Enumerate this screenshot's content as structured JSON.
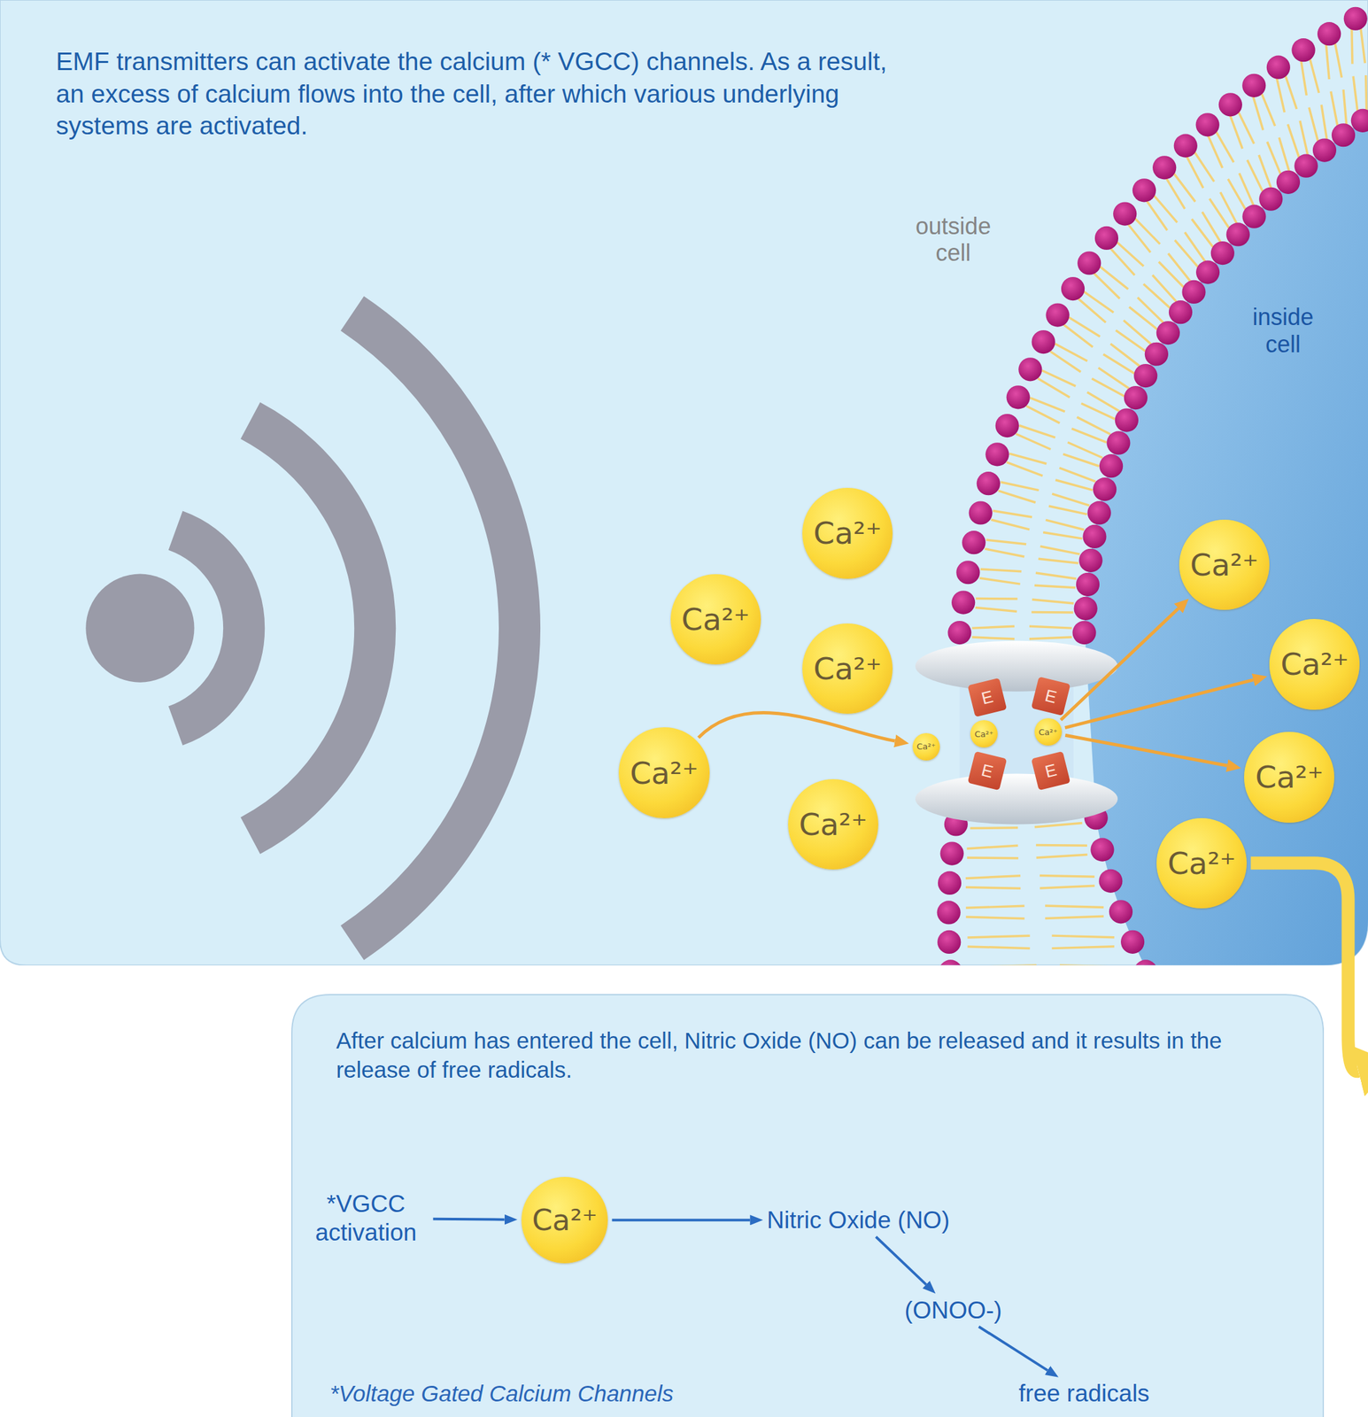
{
  "diagram": {
    "nodes": [
      {
        "text": [
          "EMF transmitters can activate the calcium (* VGCC) channels. As a result, an excess of calcium flows into the cell, after which various underlying systems are activated."
        ]
      },
      {
        "text": [
          "Ca²⁺"
        ],
        "in": 0
      },
      {
        "text": [
          "Ca²⁺"
        ],
        "in": 0
      },
      {
        "text": [
          "Ca²⁺"
        ],
        "in": 0
      },
      {
        "text": [
          "Ca²⁺"
        ],
        "in": 0
      },
      {
        "text": [
          "Ca²⁺"
        ],
        "in": 0
      },
      {
        "text": [
          "E"
        ],
        "in": 0
      },
      {
        "text": [
          "E"
        ],
        "in": 0
      },
      {
        "text": [
          "Ca²⁺"
        ],
        "in": 0
      },
      {
        "text": [
          "Ca²⁺"
        ],
        "in": 0
      },
      {
        "text": [
          "Ca²⁺"
        ],
        "in": 0
      },
      {
        "text": [
          "E"
        ],
        "in": 0
      },
      {
        "text": [
          "E"
        ],
        "in": 0
      },
      {
        "text": [
          "Ca²⁺"
        ],
        "in": 0
      },
      {
        "text": [
          "Ca²⁺"
        ],
        "in": 0
      },
      {
        "text": [
          "Ca²⁺"
        ],
        "in": 0
      },
      {
        "text": [
          "Ca²⁺"
        ],
        "in": 0
      },
      {
        "text": [
          "After calcium has entered the cell, Nitric Oxide (NO) can be released and it results in the release of free radicals."
        ]
      },
      {
        "text": [
          "*VGCC activation"
        ],
        "in": 17
      },
      {
        "text": [
          "Ca²⁺"
        ],
        "in": 17
      },
      {
        "text": [
          "Nitric Oxide (NO)"
        ],
        "in": 17
      },
      {
        "text": [
          "(ONOO-)"
        ],
        "in": 17
      },
      {
        "text": [
          "free radicals"
        ],
        "in": 17
      }
    ],
    "edges": [
      {
        "from": 4,
        "to": 8,
        "arrow": "to"
      },
      {
        "from": 10,
        "to": 13,
        "arrow": "to"
      },
      {
        "from": 10,
        "to": 14,
        "arrow": "to"
      },
      {
        "from": 10,
        "to": 15,
        "arrow": "to"
      },
      {
        "from": 16,
        "to": 17,
        "arrow": "to"
      },
      {
        "from": 18,
        "to": 19,
        "arrow": "to"
      },
      {
        "from": 19,
        "to": 20,
        "arrow": "to"
      },
      {
        "from": 20,
        "to": 21,
        "arrow": "to"
      },
      {
        "from": 21,
        "to": 22,
        "arrow": "to"
      }
    ],
    "labels": [
      "outside cell",
      "inside cell",
      "*Voltage Gated Calcium Channels"
    ]
  }
}
